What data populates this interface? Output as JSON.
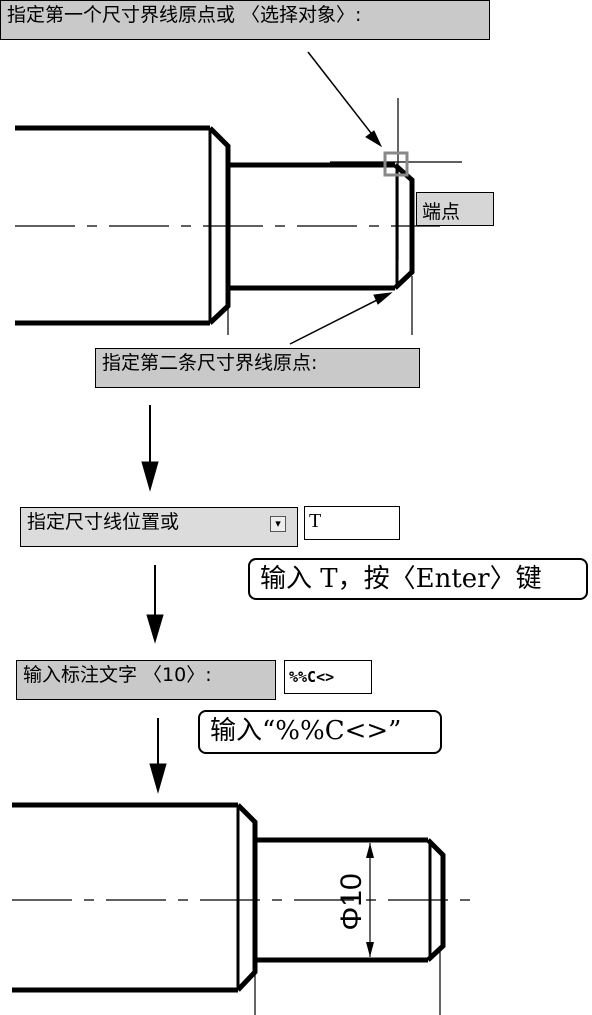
{
  "prompt1": "指定第一个尺寸界线原点或 〈选择对象〉:",
  "osnap_label": "端点",
  "prompt2": "指定第二条尺寸界线原点:",
  "prompt3": "指定尺寸线位置或",
  "dropdown_icon": "dropdown-arrow-icon",
  "input3_value": "T",
  "callout3": "输入 T，按〈Enter〉键",
  "prompt4": "输入标注文字 〈10〉:",
  "input4_value": "%%C<>",
  "callout4": "输入“%%C<>”",
  "dimension_text": "Φ10"
}
